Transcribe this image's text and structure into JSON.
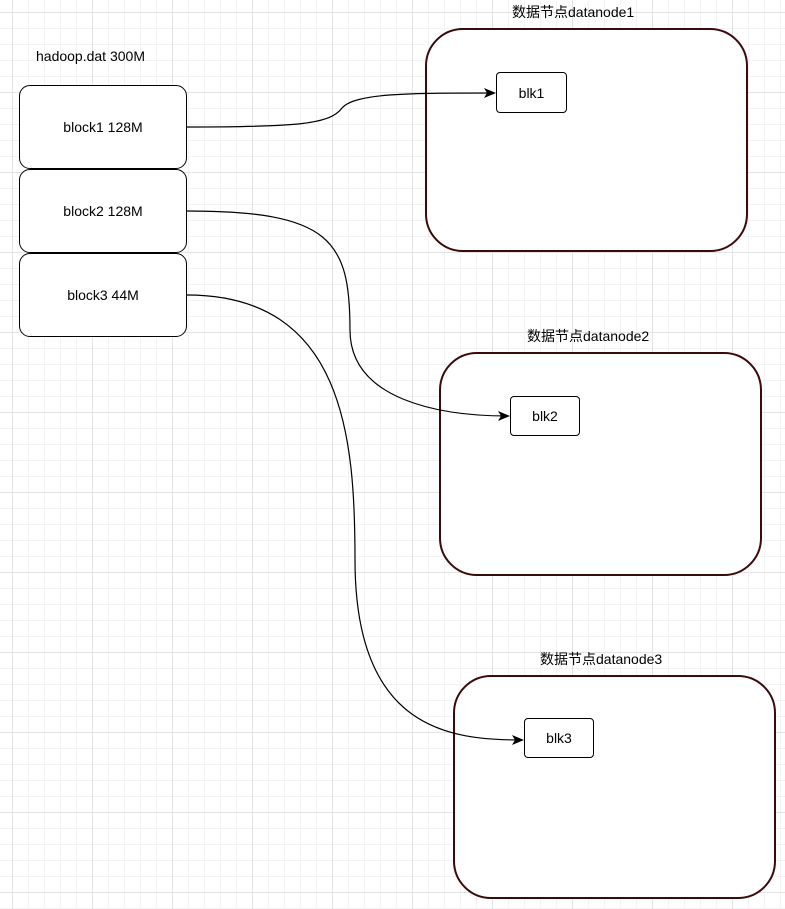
{
  "file": {
    "title": "hadoop.dat 300M"
  },
  "blocks": [
    {
      "label": "block1 128M"
    },
    {
      "label": "block2 128M"
    },
    {
      "label": "block3 44M"
    }
  ],
  "datanodes": [
    {
      "title": "数据节点datanode1",
      "blk": "blk1"
    },
    {
      "title": "数据节点datanode2",
      "blk": "blk2"
    },
    {
      "title": "数据节点datanode3",
      "blk": "blk3"
    }
  ],
  "colors": {
    "node_border": "#3b0a0a",
    "grid_major": "#e3e3e3",
    "grid_minor": "#f3f3f3"
  }
}
